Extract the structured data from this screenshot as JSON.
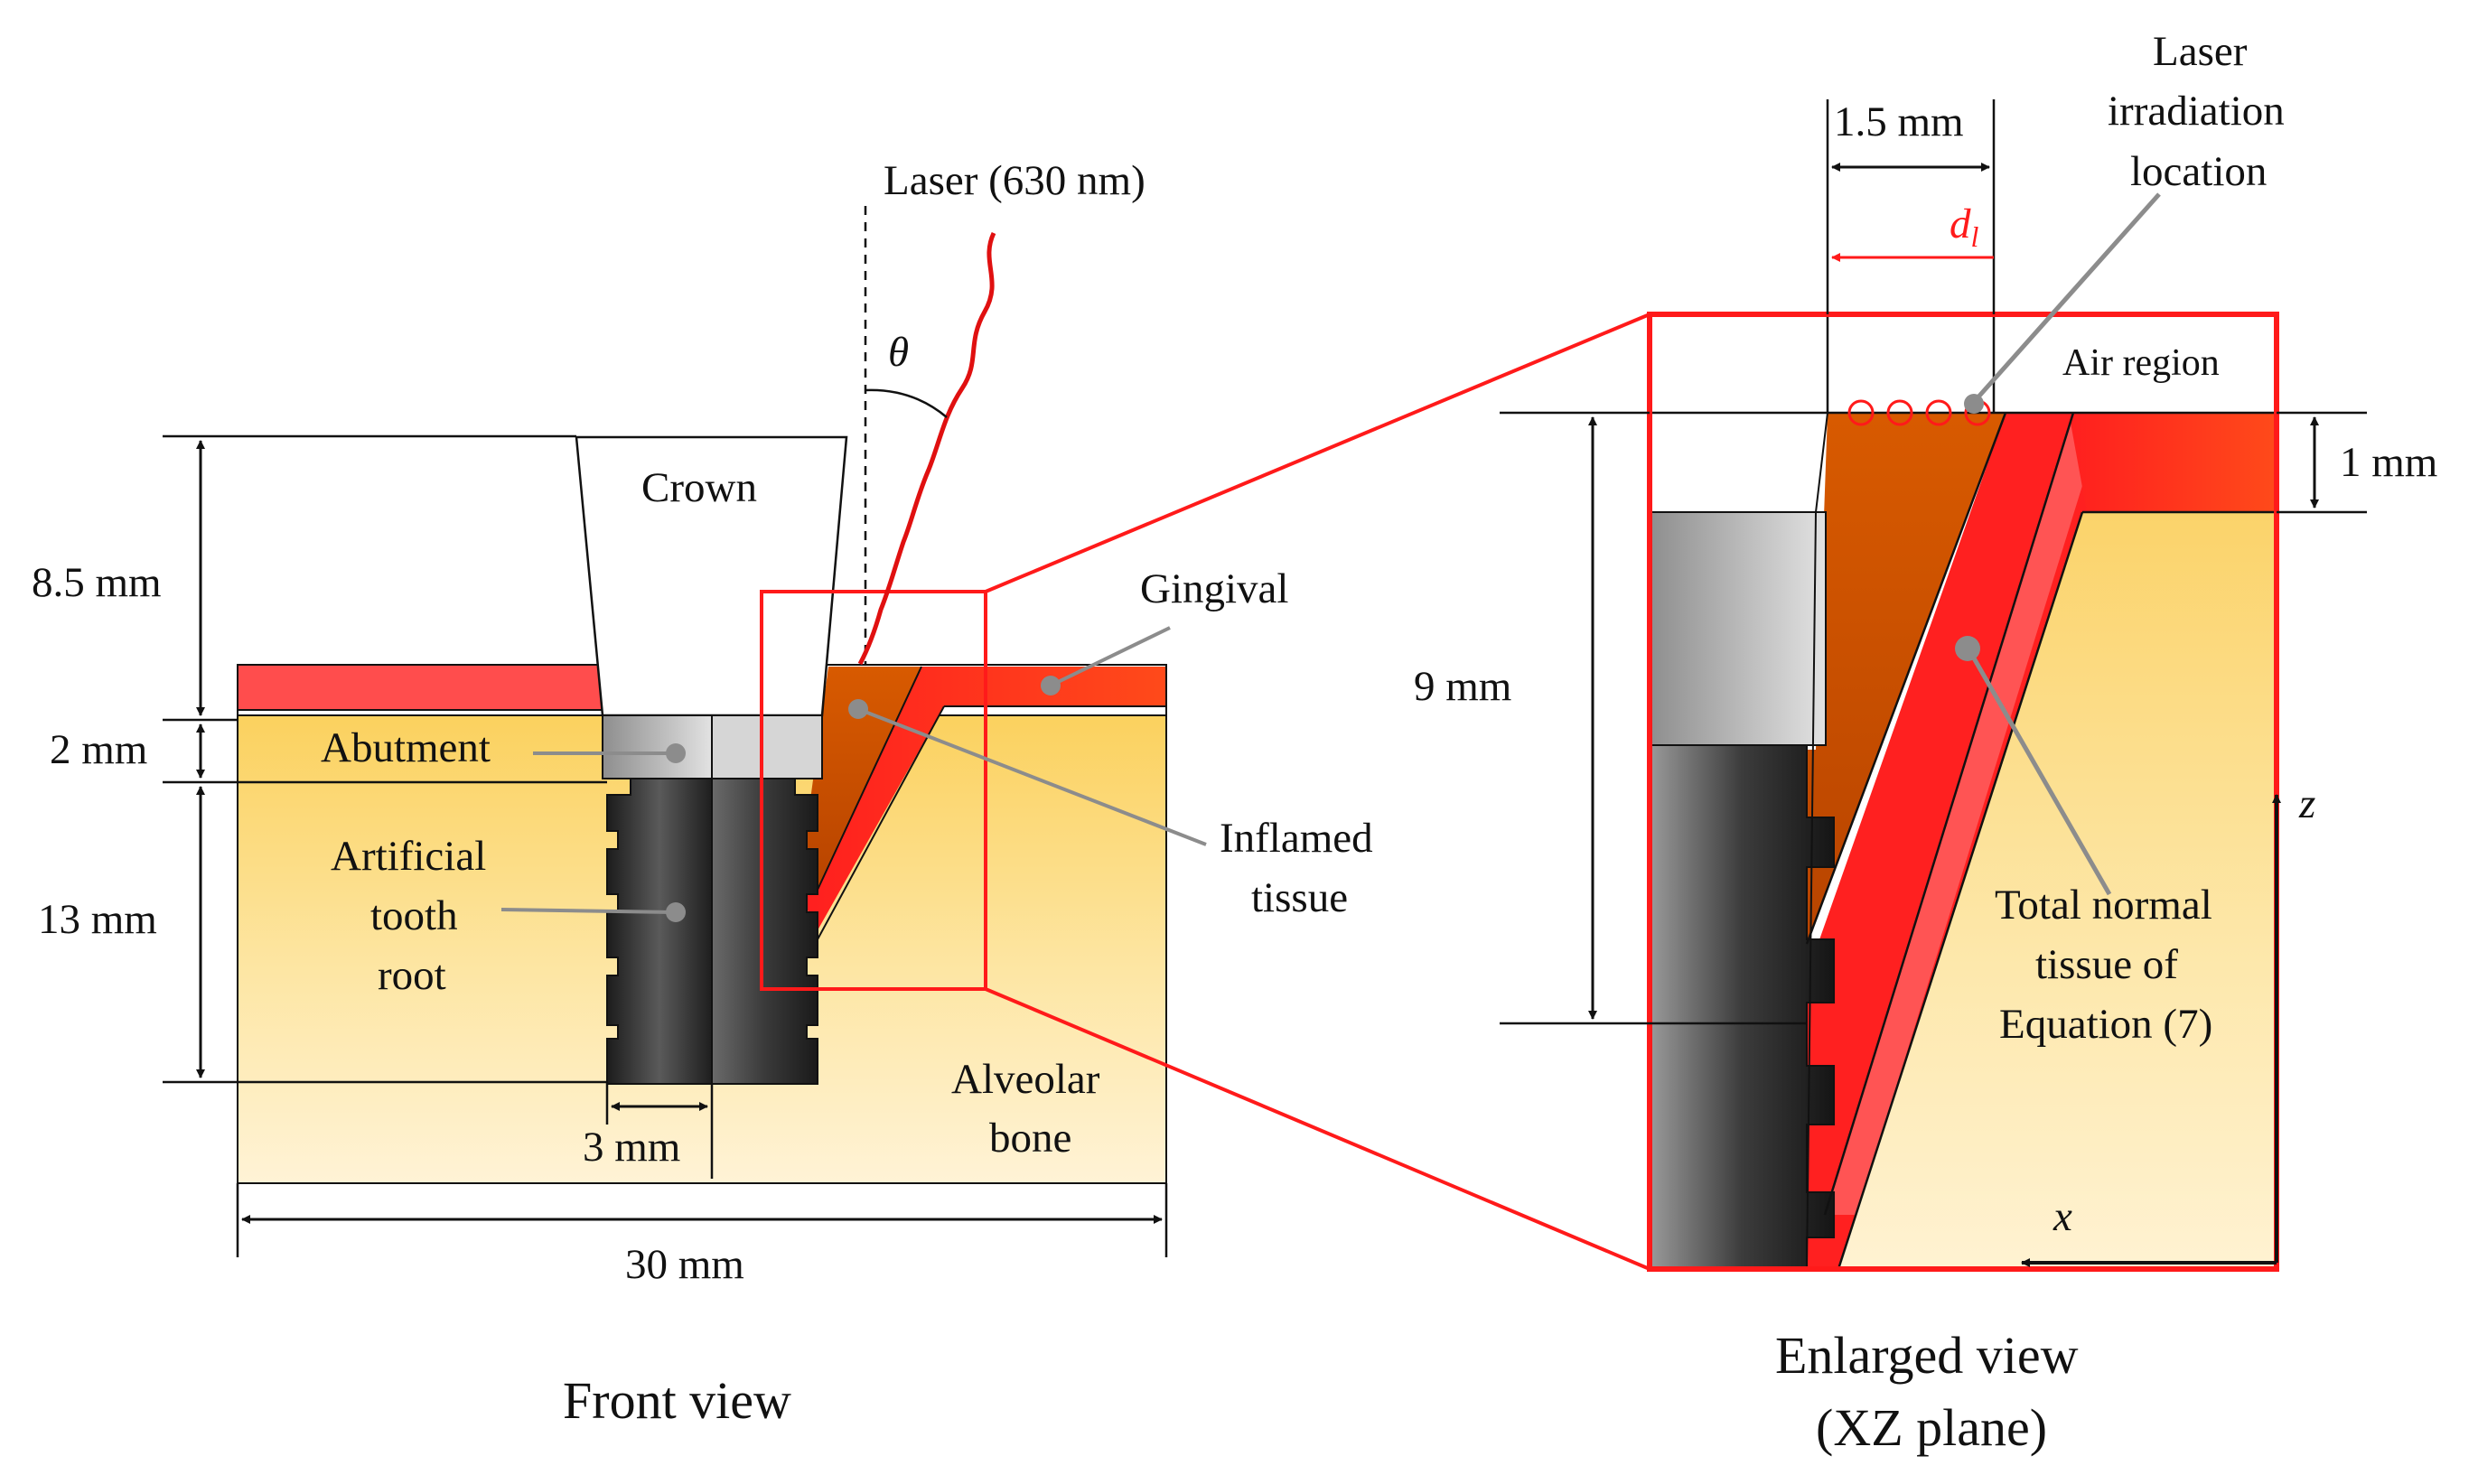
{
  "front_view": {
    "caption": "Front view",
    "laser_label": "Laser (630 nm)",
    "angle_symbol": "θ",
    "crown_label": "Crown",
    "abutment_label": "Abutment",
    "root_label_lines": [
      "Artificial",
      "tooth",
      "root"
    ],
    "gingival_label": "Gingival",
    "inflamed_label_lines": [
      "Inflamed",
      "tissue"
    ],
    "bone_label_lines": [
      "Alveolar",
      "bone"
    ],
    "dim_crown": "8.5 mm",
    "dim_abutment": "2 mm",
    "dim_root": "13 mm",
    "dim_root_width": "3 mm",
    "dim_total_width": "30 mm"
  },
  "enlarged_view": {
    "caption_lines": [
      "Enlarged view",
      "(XZ plane)"
    ],
    "laser_location_lines": [
      "Laser",
      "irradiation",
      "location"
    ],
    "dim_top": "1.5 mm",
    "dist_symbol": "d",
    "dist_subscript": "l",
    "air_label": "Air region",
    "dim_gingiva": "1 mm",
    "dim_depth": "9 mm",
    "normal_tissue_lines": [
      "Total normal",
      "tissue of",
      "Equation (7)"
    ],
    "axis_z": "z",
    "axis_x": "x"
  },
  "colors": {
    "highlight_red": "#ff1a1a",
    "gingiva_red": "#ff2a1a",
    "inflamed_brown": "#cc5200",
    "bone_yellow": "#fcd46a",
    "bone_cream": "#fff1cf",
    "implant_dark": "#2e2e2e",
    "abutment_gray": "#c8c8c8",
    "leader_gray": "#8c8c8c"
  }
}
